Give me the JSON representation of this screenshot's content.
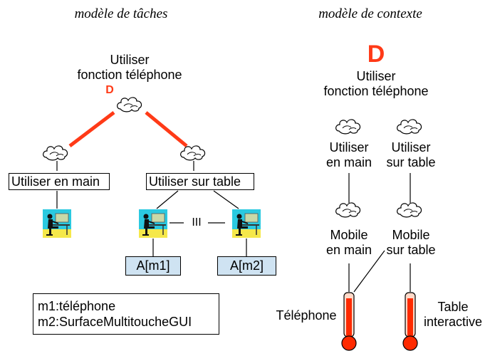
{
  "tasks": {
    "heading": "modèle de tâches",
    "root": {
      "line1": "Utiliser",
      "line2": "fonction téléphone",
      "operator": "D"
    },
    "left": {
      "label": "Utiliser en main"
    },
    "right": {
      "label": "Utiliser sur table",
      "operator": "III"
    },
    "abstract": {
      "a1": "A[m1]",
      "a2": "A[m2]"
    },
    "legend": {
      "line1": "m1:téléphone",
      "line2": "m2:SurfaceMultitoucheGUI"
    }
  },
  "context": {
    "heading": "modèle de contexte",
    "root": {
      "operator": "D",
      "line1": "Utiliser",
      "line2": "fonction téléphone"
    },
    "left": {
      "line1": "Utiliser",
      "line2": "en main"
    },
    "right": {
      "line1": "Utiliser",
      "line2": "sur table"
    },
    "left_ctx": {
      "line1": "Mobile",
      "line2": "en main"
    },
    "right_ctx": {
      "line1": "Mobile",
      "line2": "sur table"
    },
    "sensor_left": "Téléphone",
    "sensor_right": {
      "line1": "Table",
      "line2": "interactive"
    }
  },
  "colors": {
    "operator_red": "#ff3a17",
    "abstract_box": "#cfe3f2",
    "thermometer": "#ff2a00"
  }
}
